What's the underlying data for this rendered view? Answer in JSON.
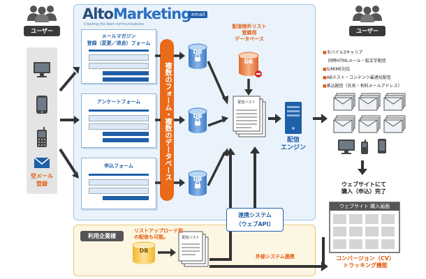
{
  "users_left": {
    "label": "ユーザー"
  },
  "users_right": {
    "label": "ユーザー"
  },
  "logo": {
    "word1": "Alto",
    "word2": "Marketing",
    "tag": "email",
    "sub": "Creating the best communications"
  },
  "forms": [
    {
      "title_line1": "メールマガジン",
      "title_line2": "登録（変更／退会）フォーム"
    },
    {
      "title_line1": "アンケートフォーム",
      "title_line2": ""
    },
    {
      "title_line1": "申込フォーム",
      "title_line2": ""
    }
  ],
  "multi_form_band": {
    "text": "複数のフォーム・複数のデータベース"
  },
  "db_label": "DB",
  "exclusion_db": {
    "line1": "配信除外リスト",
    "line2": "登録用",
    "line3": "データベース",
    "db": "DB"
  },
  "list_doc": {
    "label": "配信リスト"
  },
  "engine": {
    "line1": "配信",
    "line2": "エンジン"
  },
  "features": [
    "モバイル3キャリア",
    "同時HTMLメール・絵文字配信",
    "S/MIME対応",
    "ABテスト・コンテンツ最適化配信",
    "差込配信（氏名・有料メールアドレス）"
  ],
  "empty_mail": {
    "line1": "空メール",
    "line2": "登録"
  },
  "website": {
    "caption_line1": "ウェブサイトにて",
    "caption_line2": "購入（申込）完了",
    "window_title": "ウェブサイト 購入画面"
  },
  "conversion": {
    "line1": "コンバージョン（CV）",
    "line2": "トラッキング機能"
  },
  "enterprise": {
    "label": "利用企業様",
    "note_line1": "リストアップロード型",
    "note_line2": "の配信も可能。",
    "db": "DB",
    "list_label": "配信リスト"
  },
  "api": {
    "line1": "連携システム",
    "line2": "（ウェブAPI）"
  },
  "external": {
    "label": "外部システム連携"
  },
  "colors": {
    "blue_main": "#1f5fa8",
    "orange": "#e35b0e",
    "panel_blue": "#eaf3fb",
    "panel_yellow": "#fdf6e3"
  }
}
